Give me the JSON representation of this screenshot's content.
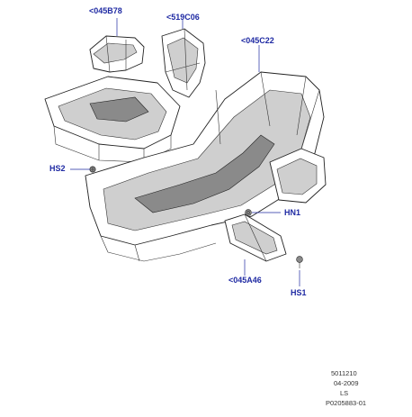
{
  "callouts": {
    "c045B78": "<045B78",
    "c519C06": "<519C06",
    "c045C22": "<045C22",
    "hs2": "HS2",
    "hn1": "HN1",
    "c045A46": "<045A46",
    "hs1": "HS1"
  },
  "footer": {
    "line1": "5011210",
    "line2": "04-2009",
    "line3": "LS",
    "line4": "P0205883-01"
  },
  "colors": {
    "callout": "#1f2aa3",
    "line": "#222222",
    "shade": "#cfcfcf"
  }
}
